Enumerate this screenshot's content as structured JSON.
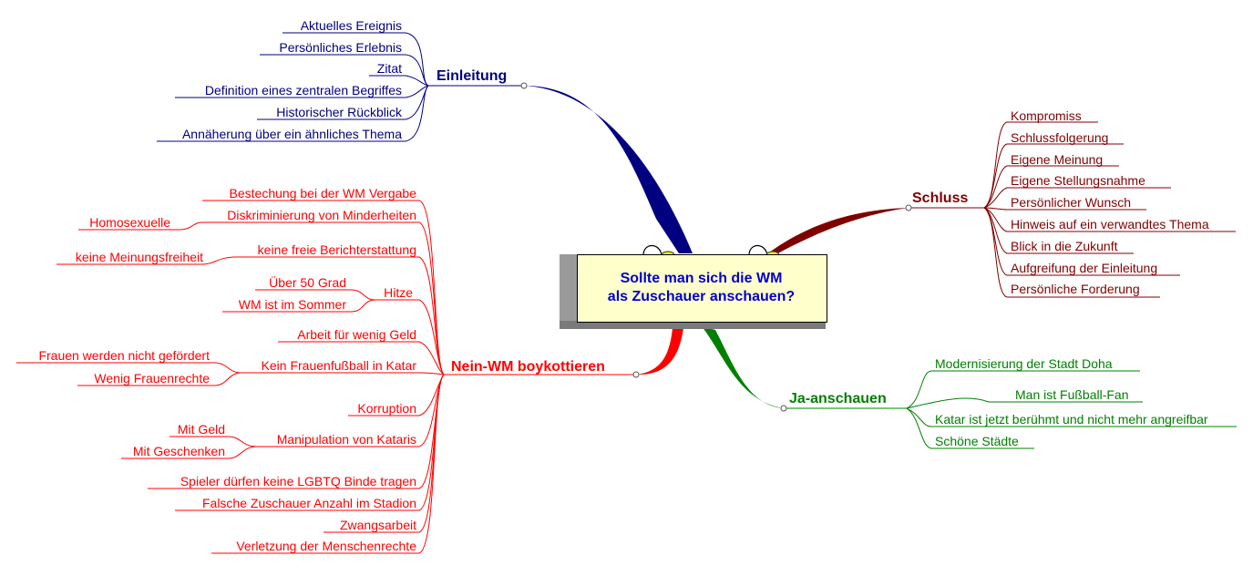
{
  "colors": {
    "einleitung": "#000080",
    "schluss": "#800000",
    "nein": "#ff0000",
    "ja": "#008000",
    "central_text": "#0000cc"
  },
  "central": {
    "line1": "Sollte man sich die WM",
    "line2": "als Zuschauer anschauen?"
  },
  "einleitung": {
    "label": "Einleitung",
    "items": [
      "Aktuelles Ereignis",
      "Persönliches Erlebnis",
      "Zitat",
      "Definition eines zentralen Begriffes",
      "Historischer Rückblick",
      "Annäherung über ein ähnliches Thema"
    ]
  },
  "schluss": {
    "label": "Schluss",
    "items": [
      "Kompromiss",
      "Schlussfolgerung",
      "Eigene Meinung",
      "Eigene Stellungsnahme",
      "Persönlicher Wunsch",
      "Hinweis auf ein verwandtes Thema",
      "Blick in die Zukunft",
      "Aufgreifung der Einleitung",
      "Persönliche Forderung"
    ]
  },
  "ja": {
    "label": "Ja-anschauen",
    "items": [
      "Modernisierung der Stadt Doha",
      "Man ist Fußball-Fan",
      "Katar ist jetzt berühmt und nicht mehr angreifbar",
      "Schöne Städte"
    ]
  },
  "nein": {
    "label": "Nein-WM boykottieren",
    "items": {
      "bestechung": "Bestechung bei der WM Vergabe",
      "diskriminierung": "Diskriminierung von Minderheiten",
      "homosexuelle": "Homosexuelle",
      "berichterstattung": "keine freie Berichterstattung",
      "meinungsfreiheit": "keine Meinungsfreiheit",
      "hitze": "Hitze",
      "ueber50": "Über 50 Grad",
      "sommer": "WM ist im Sommer",
      "arbeit": "Arbeit für wenig Geld",
      "frauenfussball": "Kein Frauenfußball in Katar",
      "frauen_gefoerdert": "Frauen werden nicht gefördert",
      "frauenrechte": "Wenig Frauenrechte",
      "korruption": "Korruption",
      "manipulation": "Manipulation von Kataris",
      "mit_geld": "Mit Geld",
      "mit_geschenken": "Mit Geschenken",
      "lgbtq": "Spieler dürfen keine LGBTQ Binde tragen",
      "zuschauer": "Falsche Zuschauer Anzahl im Stadion",
      "zwangsarbeit": "Zwangsarbeit",
      "menschenrechte": "Verletzung der Menschenrechte"
    }
  }
}
